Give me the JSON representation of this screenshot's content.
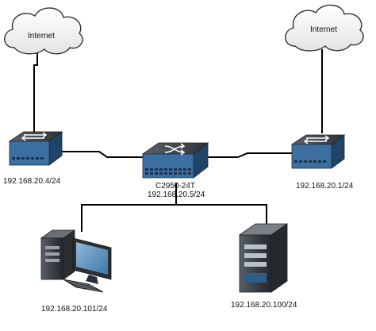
{
  "clouds": {
    "left": {
      "label": "Internet"
    },
    "right": {
      "label": "Internet"
    }
  },
  "devices": {
    "left_router": {
      "ip": "192.168.20.4/24"
    },
    "right_router": {
      "ip": "192.168.20.1/24"
    },
    "switch": {
      "model": "C2950-24T",
      "ip": "192.168.20.5/24"
    },
    "workstation": {
      "ip": "192.168.20.101/24"
    },
    "server": {
      "ip": "192.168.20.100/24"
    }
  },
  "colors": {
    "device_blue": "#2f5d86",
    "device_dark": "#3a3f47",
    "cloud_fill": "#f0f0f0",
    "link": "#000000"
  }
}
